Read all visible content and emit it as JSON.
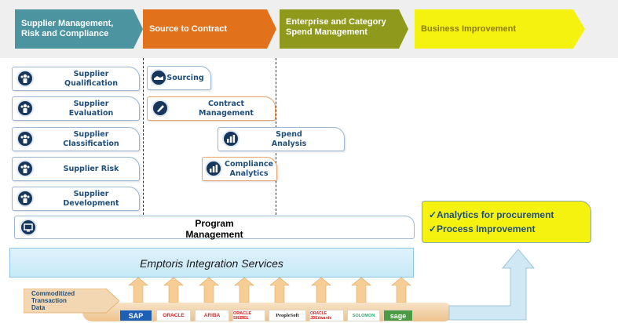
{
  "phases": [
    {
      "label_line1": "Supplier Management,",
      "label_line2": "Risk and Compliance",
      "color": "#4b94a0"
    },
    {
      "label_line1": "Source to Contract",
      "label_line2": "",
      "color": "#e2711b"
    },
    {
      "label_line1": "Enterprise and Category",
      "label_line2": "Spend Management",
      "color": "#8f9a1c"
    },
    {
      "label_line1": "Business Improvement",
      "label_line2": "",
      "color": "#f6f20f",
      "text_color": "#8a7b00"
    }
  ],
  "supplier_cards": [
    {
      "line1": "Supplier",
      "line2": "Qualification",
      "icon": "people-icon"
    },
    {
      "line1": "Supplier",
      "line2": "Evaluation",
      "icon": "people-icon"
    },
    {
      "line1": "Supplier",
      "line2": "Classification",
      "icon": "people-icon"
    },
    {
      "line1": "Supplier Risk",
      "line2": "",
      "icon": "people-icon"
    },
    {
      "line1": "Supplier",
      "line2": "Development",
      "icon": "people-icon"
    }
  ],
  "source_cards": [
    {
      "line1": "Sourcing",
      "line2": "",
      "icon": "handshake-icon"
    },
    {
      "line1": "Contract",
      "line2": "Management",
      "icon": "pen-icon"
    }
  ],
  "spend_cards": [
    {
      "line1": "Spend",
      "line2": "Analysis",
      "icon": "chart-icon"
    },
    {
      "line1": "Compliance",
      "line2": "Analytics",
      "icon": "chart-icon"
    }
  ],
  "program": {
    "line1": "Program",
    "line2": "Management",
    "icon": "monitor-icon"
  },
  "integration": {
    "label": "Emptoris Integration Services"
  },
  "commoditized": {
    "line1": "Commoditized",
    "line2": "Transaction",
    "line3": "Data"
  },
  "logos": [
    {
      "text": "SAP",
      "color": "#1d5fb4"
    },
    {
      "text": "ORACLE",
      "color": "#d22"
    },
    {
      "text": "ARIBA",
      "color": "#c33"
    },
    {
      "text": "ORACLE SIEBEL",
      "color": "#d22"
    },
    {
      "text": "PeopleSoft",
      "color": "#222"
    },
    {
      "text": "ORACLE JDEdwards",
      "color": "#d22"
    },
    {
      "text": "SOLOMON",
      "color": "#3a7"
    },
    {
      "text": "sage",
      "color": "#fff"
    }
  ],
  "results": {
    "item1": "✓Analytics for procurement",
    "item2": "✓Process Improvement"
  }
}
